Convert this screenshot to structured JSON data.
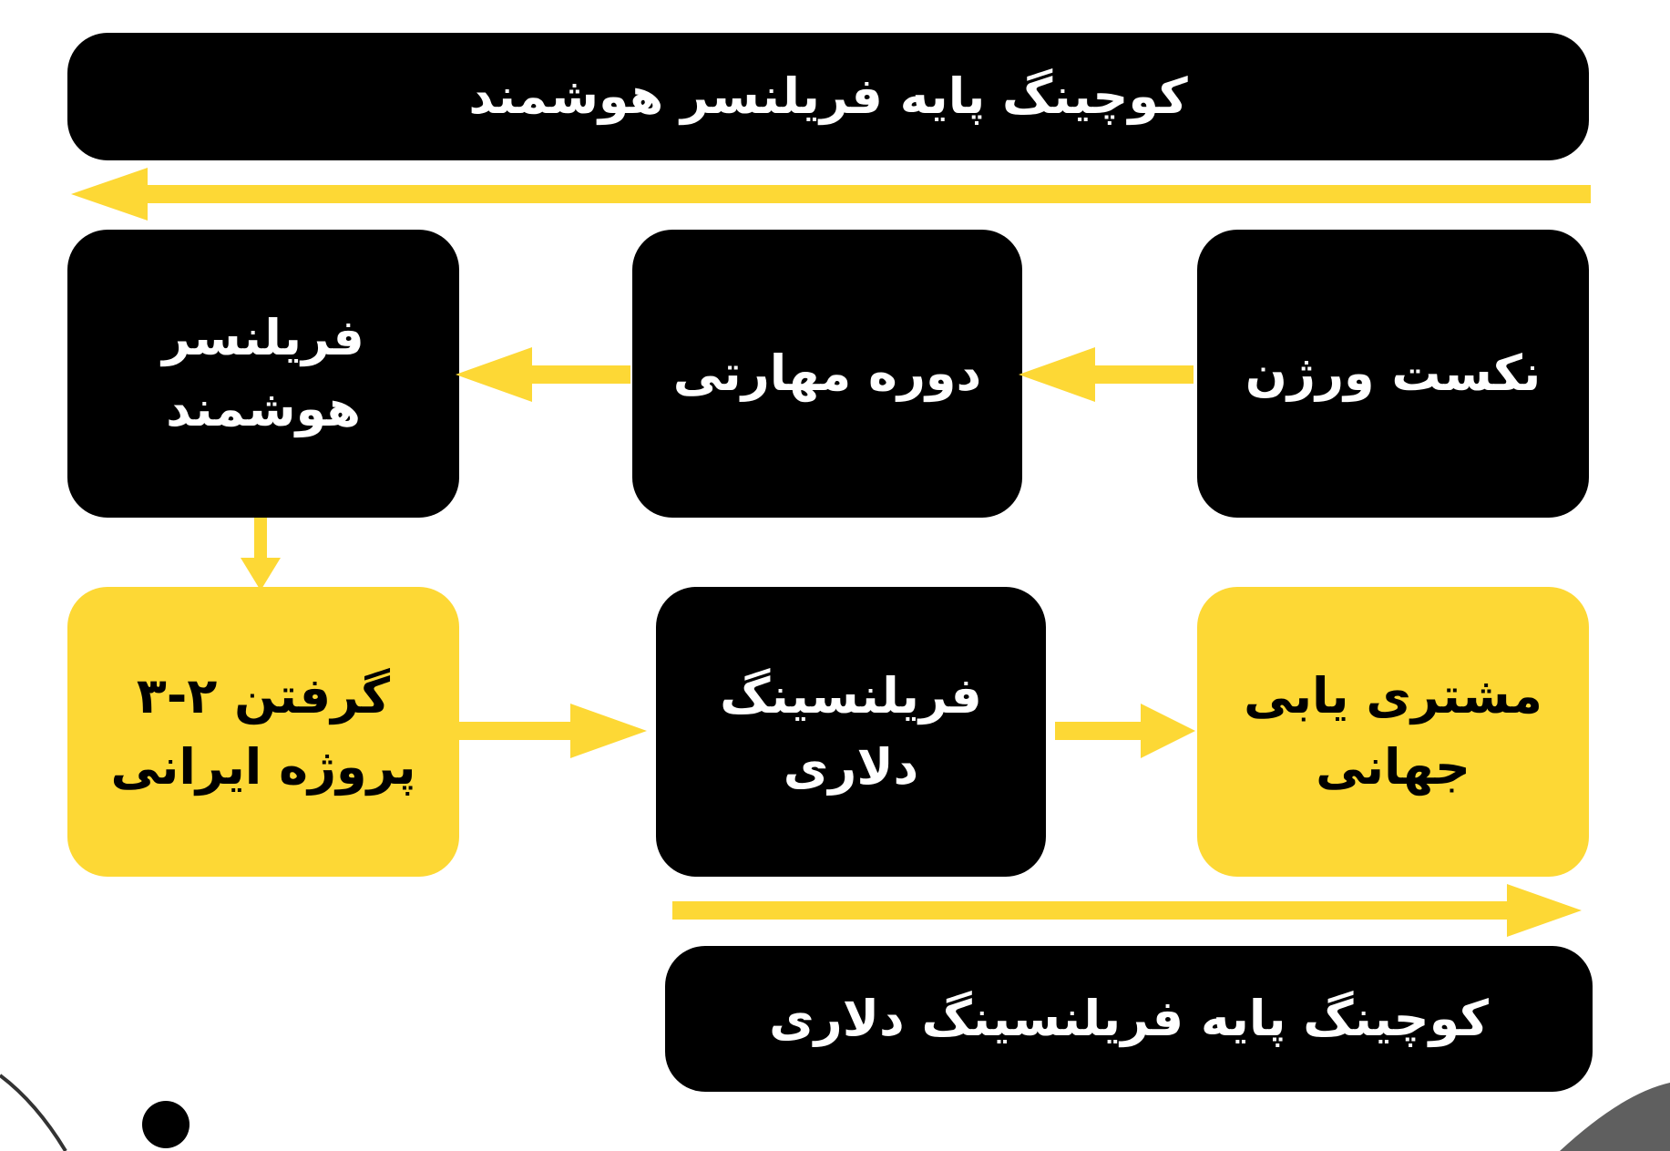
{
  "colors": {
    "accent": "#fdd835",
    "box_dark": "#000000",
    "text_on_dark": "#ffffff",
    "text_on_light": "#000000",
    "decor_gray": "#5f5f5f"
  },
  "banners": {
    "top": "کوچینگ پایه فریلنسر هوشمند",
    "bottom": "کوچینگ پایه فریلنسینگ دلاری"
  },
  "nodes": {
    "next_version": "نکست ورژن",
    "skills_course": "دوره مهارتی",
    "smart_freelancer": "فریلنسر هوشمند",
    "iranian_projects": "گرفتن ۲-۳ پروژه ایرانی",
    "dollar_freelancing": "فریلنسینگ دلاری",
    "global_client": "مشتری یابی جهانی"
  }
}
